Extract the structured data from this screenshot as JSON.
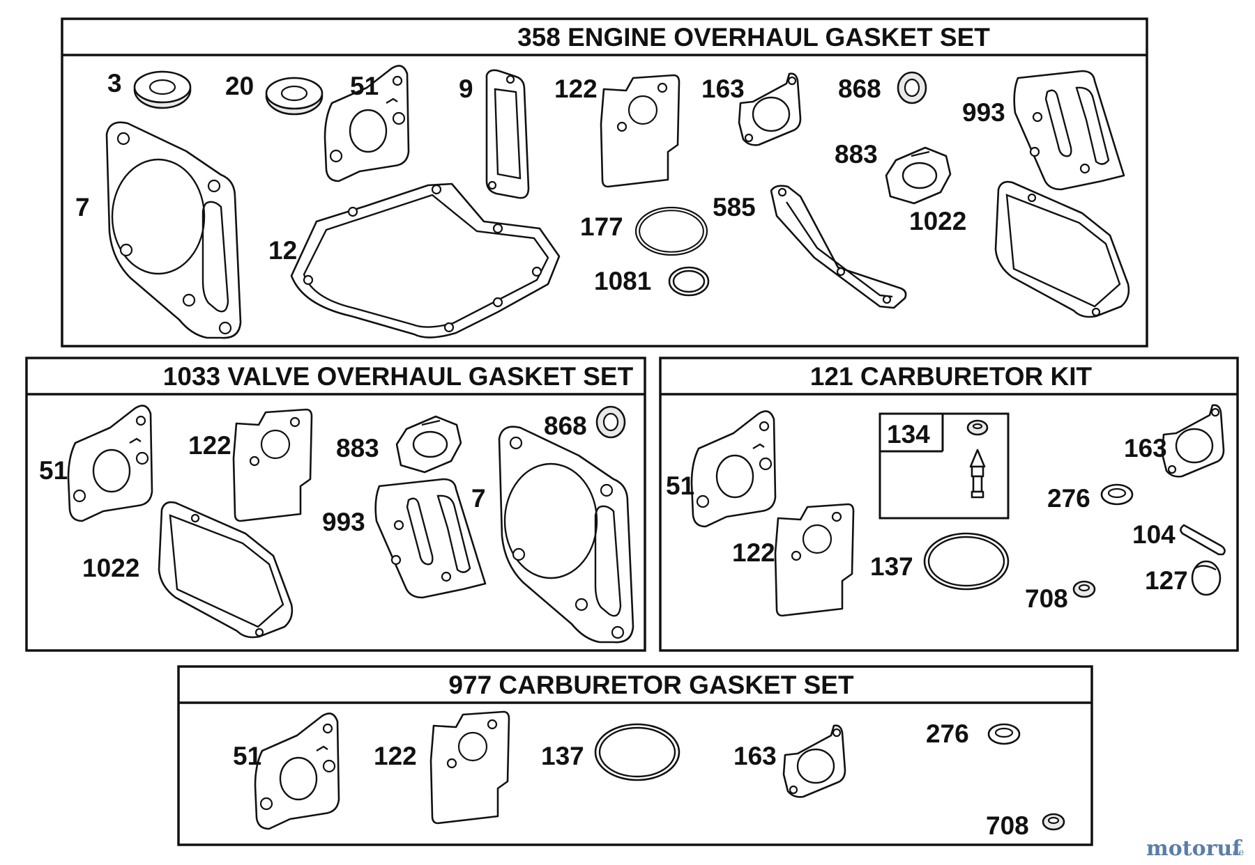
{
  "panels": {
    "engine": {
      "title": "358 ENGINE OVERHAUL GASKET SET",
      "labels": [
        "3",
        "20",
        "51",
        "9",
        "122",
        "163",
        "868",
        "993",
        "883",
        "7",
        "12",
        "177",
        "585",
        "1022",
        "1081"
      ]
    },
    "valve": {
      "title": "1033 VALVE OVERHAUL GASKET SET",
      "labels": [
        "51",
        "122",
        "883",
        "868",
        "993",
        "7",
        "1022"
      ]
    },
    "carb_kit": {
      "title": "121 CARBURETOR KIT",
      "labels": [
        "134",
        "163",
        "51",
        "276",
        "104",
        "122",
        "137",
        "708",
        "127"
      ]
    },
    "carb_gasket": {
      "title": "977 CARBURETOR  GASKET SET",
      "labels": [
        "51",
        "122",
        "137",
        "163",
        "276",
        "708"
      ]
    }
  },
  "watermark": {
    "main": "motoruf",
    "suffix": ".de"
  }
}
